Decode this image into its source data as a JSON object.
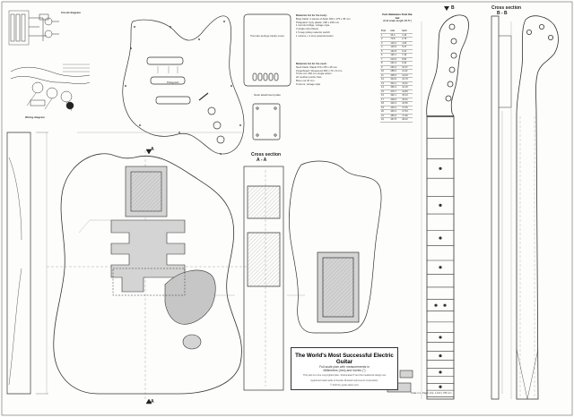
{
  "sheet": {
    "title": "The World's Most Successful Electric Guitar",
    "subtitle_1": "Full-scale plan with measurements in",
    "subtitle_2": "Millimeters (mm) and Inches (\")",
    "footnote_1": "This plan is a free copyrighted plan. Stratocaster® and the headstock design are",
    "footnote_2": "registered trademarks of Fender Musical Instruments Corporation.",
    "copyright": "© 2013 by guitar-plans.com",
    "bottom_note": "Scale 1:1 - Paper size: 1,100 x 780 mm"
  },
  "sections": {
    "circuit": "Circuit diagram",
    "wiring": "Wiring diagram",
    "pickguard_label": "Pickguard",
    "tremolo_cover": "Tremolo springs cavity cover",
    "neck_plate": "Neck attachment plate",
    "cross_body": "Cross section",
    "cross_body_ref": "A - A",
    "cross_neck": "Cross section",
    "cross_neck_ref": "B - B",
    "marker_a": "A",
    "marker_b": "B",
    "fret_table_title": "Fret distances from the nut",
    "fret_table_sub": "(Full scale length 25.5\")"
  },
  "notes": {
    "body_title": "Materials list for the body:",
    "body_lines": [
      "Body blank: 2 pieces of Alder 460 x 175 x 45 mm",
      "Pickguard: 3-ply plastic, 290 x 230 mm",
      "1 tremolo bridge, vintage style",
      "3 single-coil pickups",
      "1 5-way pickup selector switch",
      "1 volume + 2 tone potentiometers"
    ],
    "neck_title": "Materials list for the neck:",
    "neck_lines": [
      "Neck blank: Maple 670 x 85 x 25 mm",
      "Fingerboard: Rosewood 480 x 70 x 6 mm",
      "Truss rod: 440 mm single action",
      "22 medium jumbo frets",
      "Bone nut 42 mm",
      "6 tuners, vintage style"
    ]
  },
  "fret_table": {
    "headers": [
      "Fret",
      "mm",
      "inch"
    ],
    "rows": [
      [
        "1",
        "36.4",
        "1.43"
      ],
      [
        "2",
        "70.8",
        "2.79"
      ],
      [
        "3",
        "103.2",
        "4.06"
      ],
      [
        "4",
        "133.9",
        "5.27"
      ],
      [
        "5",
        "162.8",
        "6.41"
      ],
      [
        "6",
        "190.1",
        "7.49"
      ],
      [
        "7",
        "215.9",
        "8.50"
      ],
      [
        "8",
        "240.3",
        "9.46"
      ],
      [
        "9",
        "263.3",
        "10.37"
      ],
      [
        "10",
        "285.0",
        "11.22"
      ],
      [
        "11",
        "305.5",
        "12.03"
      ],
      [
        "12",
        "324.9",
        "12.79"
      ],
      [
        "13",
        "343.1",
        "13.51"
      ],
      [
        "14",
        "360.4",
        "14.19"
      ],
      [
        "15",
        "376.7",
        "14.83"
      ],
      [
        "16",
        "392.1",
        "15.44"
      ],
      [
        "17",
        "406.6",
        "16.01"
      ],
      [
        "18",
        "420.3",
        "16.55"
      ],
      [
        "19",
        "433.2",
        "17.06"
      ],
      [
        "20",
        "445.4",
        "17.54"
      ],
      [
        "21",
        "456.9",
        "17.99"
      ],
      [
        "22",
        "467.8",
        "18.42"
      ]
    ]
  },
  "colors": {
    "line": "#333333",
    "hatch": "#9a9a9a",
    "cavity": "#d4d4d4",
    "paper": "#fdfdfb"
  }
}
